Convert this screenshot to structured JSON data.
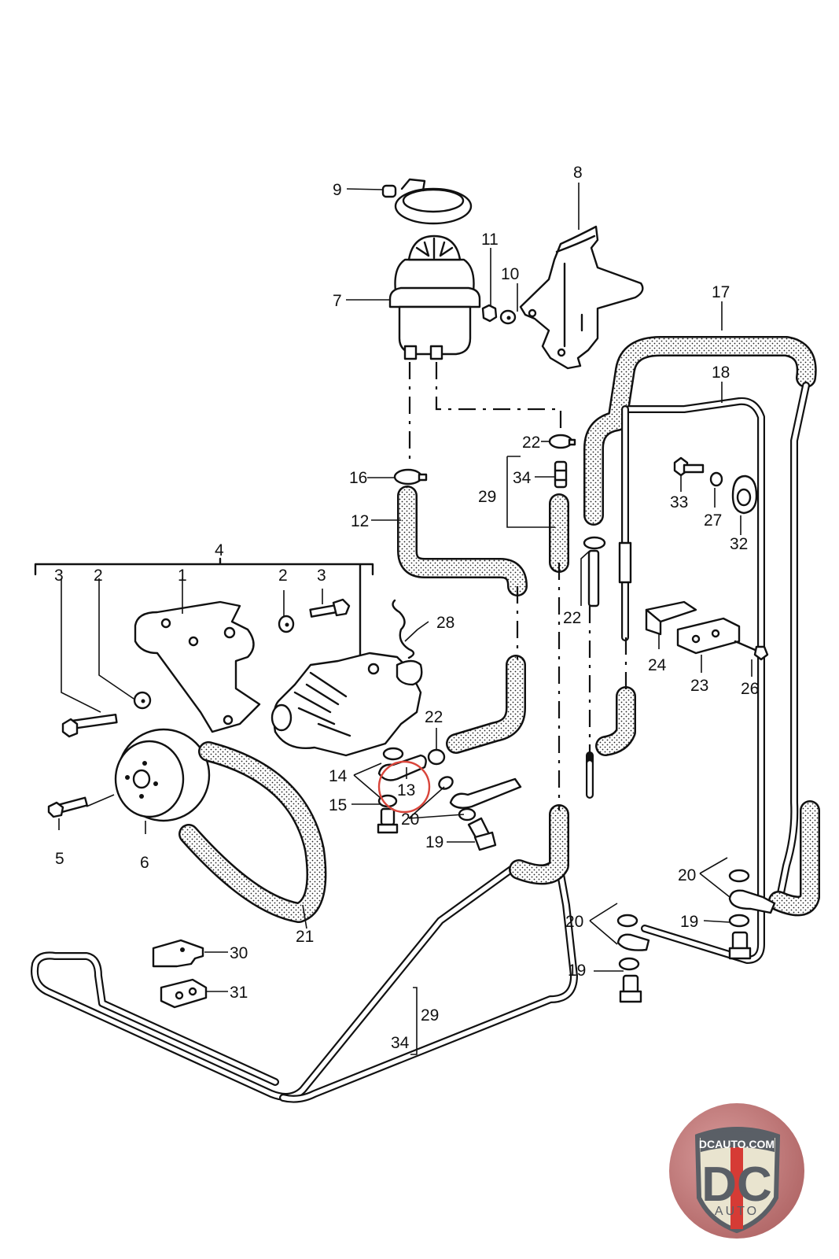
{
  "diagram": {
    "title": "Power steering pump, reservoir and hoses exploded view",
    "highlight_color": "#d9453b",
    "highlighted_part": "13",
    "callouts": {
      "p1": "1",
      "p2a": "2",
      "p2b": "2",
      "p3a": "3",
      "p3b": "3",
      "p4": "4",
      "p5": "5",
      "p6": "6",
      "p7": "7",
      "p8": "8",
      "p9": "9",
      "p10": "10",
      "p11": "11",
      "p12": "12",
      "p13": "13",
      "p14": "14",
      "p15": "15",
      "p16": "16",
      "p17": "17",
      "p18": "18",
      "p19a": "19",
      "p19b": "19",
      "p19c": "19",
      "p20a": "20",
      "p20b": "20",
      "p20c": "20",
      "p21": "21",
      "p22a": "22",
      "p22b": "22",
      "p22c": "22",
      "p23": "23",
      "p24": "24",
      "p26": "26",
      "p27": "27",
      "p28": "28",
      "p29a": "29",
      "p29b": "29",
      "p30": "30",
      "p31": "31",
      "p32": "32",
      "p33": "33",
      "p34a": "34",
      "p34b": "34"
    }
  },
  "logo": {
    "site": "DCAUTO.COM",
    "mark": "DC",
    "sub": "AUTO",
    "colors": {
      "ring": "#b56c6c",
      "shield": "#e9e4cf",
      "letters": "#5a5f66",
      "stripe": "#d63b35"
    }
  }
}
